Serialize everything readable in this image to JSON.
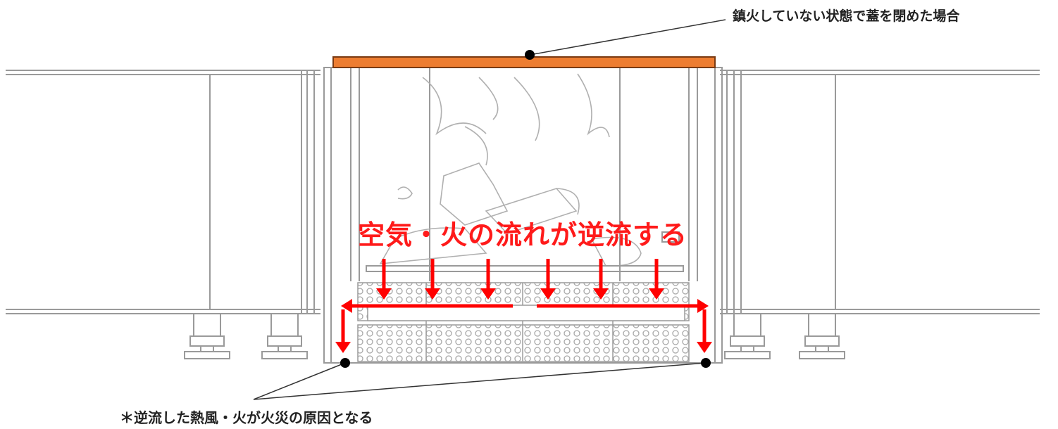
{
  "labels": {
    "lid_note": "鎮火していない状態で蓋を閉めた場合",
    "flow_note": "空気・火の流れが逆流する",
    "cause_note": "＊逆流した熱風・火が火災の原因となる"
  },
  "colors": {
    "lid": "#ed7d31",
    "arrow": "#ff0000",
    "line": "#9a9a9a",
    "marker": "#000000"
  }
}
